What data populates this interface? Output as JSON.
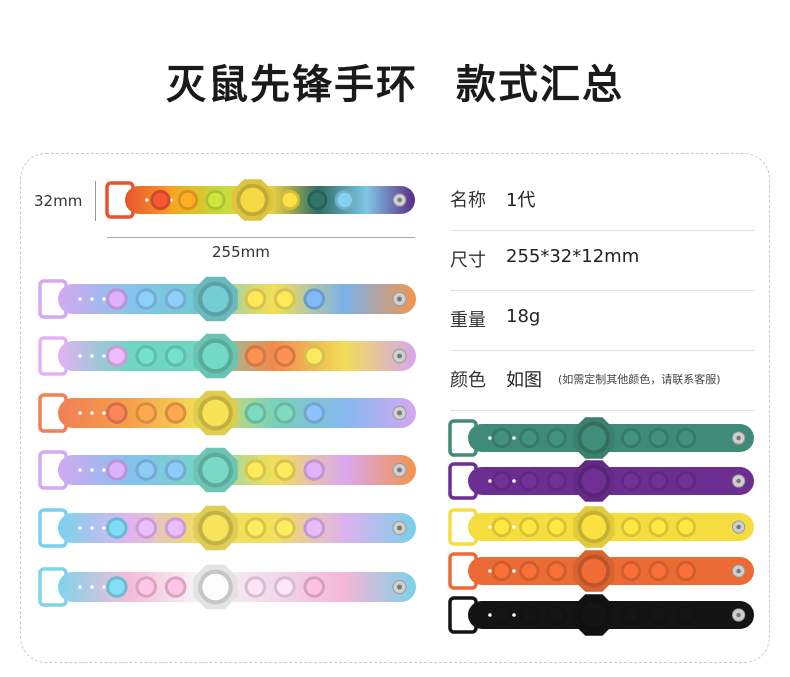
{
  "title": {
    "left": "灭鼠先锋手环",
    "right": "款式汇总"
  },
  "dimensions": {
    "height": "32mm",
    "length": "255mm"
  },
  "specs": [
    {
      "key": "名称",
      "value": "1代"
    },
    {
      "key": "尺寸",
      "value": "255*32*12mm"
    },
    {
      "key": "重量",
      "value": "18g"
    },
    {
      "key": "颜色",
      "value": "如图",
      "note": "(如需定制其他颜色，请联系客服)"
    }
  ],
  "rainbow_bands": [
    {
      "name": "rainbow-top",
      "colors": [
        "#e8532f",
        "#f5a623",
        "#c3dc3a",
        "#f2d544",
        "#2e6e63",
        "#7fc6e4",
        "#5b2a86"
      ]
    },
    {
      "name": "band-1",
      "colors": [
        "#d5a8f0",
        "#86c4ee",
        "#72c9cf",
        "#f5de56",
        "#7ab2ea",
        "#f2964f"
      ]
    },
    {
      "name": "band-2",
      "colors": [
        "#e3b2f3",
        "#6ed6c2",
        "#70d6c0",
        "#f08a4d",
        "#f1dd59",
        "#d6a6ef"
      ]
    },
    {
      "name": "band-3",
      "colors": [
        "#f07f55",
        "#f5a04c",
        "#f3df55",
        "#79d1b7",
        "#86b9ee",
        "#d5a7f2"
      ]
    },
    {
      "name": "band-4",
      "colors": [
        "#d3a9f1",
        "#86c1ee",
        "#76d5c3",
        "#f2df58",
        "#d9a9ef",
        "#f2934c"
      ]
    },
    {
      "name": "band-5",
      "colors": [
        "#79d2eb",
        "#e1b4f3",
        "#f2e05a",
        "#f2e05a",
        "#dfb1f1",
        "#79d0e8"
      ]
    },
    {
      "name": "band-6",
      "colors": [
        "#7fd4ea",
        "#f4bcd9",
        "#f7f7f7",
        "#f2d9ea",
        "#f4b7d6",
        "#7cd0ea"
      ]
    }
  ],
  "solid_bands": [
    {
      "name": "band-green",
      "color": "#3f8b77"
    },
    {
      "name": "band-purple",
      "color": "#6d2e92"
    },
    {
      "name": "band-yellow",
      "color": "#f6dd3f"
    },
    {
      "name": "band-orange",
      "color": "#ec6a34"
    },
    {
      "name": "band-black",
      "color": "#141414"
    }
  ]
}
